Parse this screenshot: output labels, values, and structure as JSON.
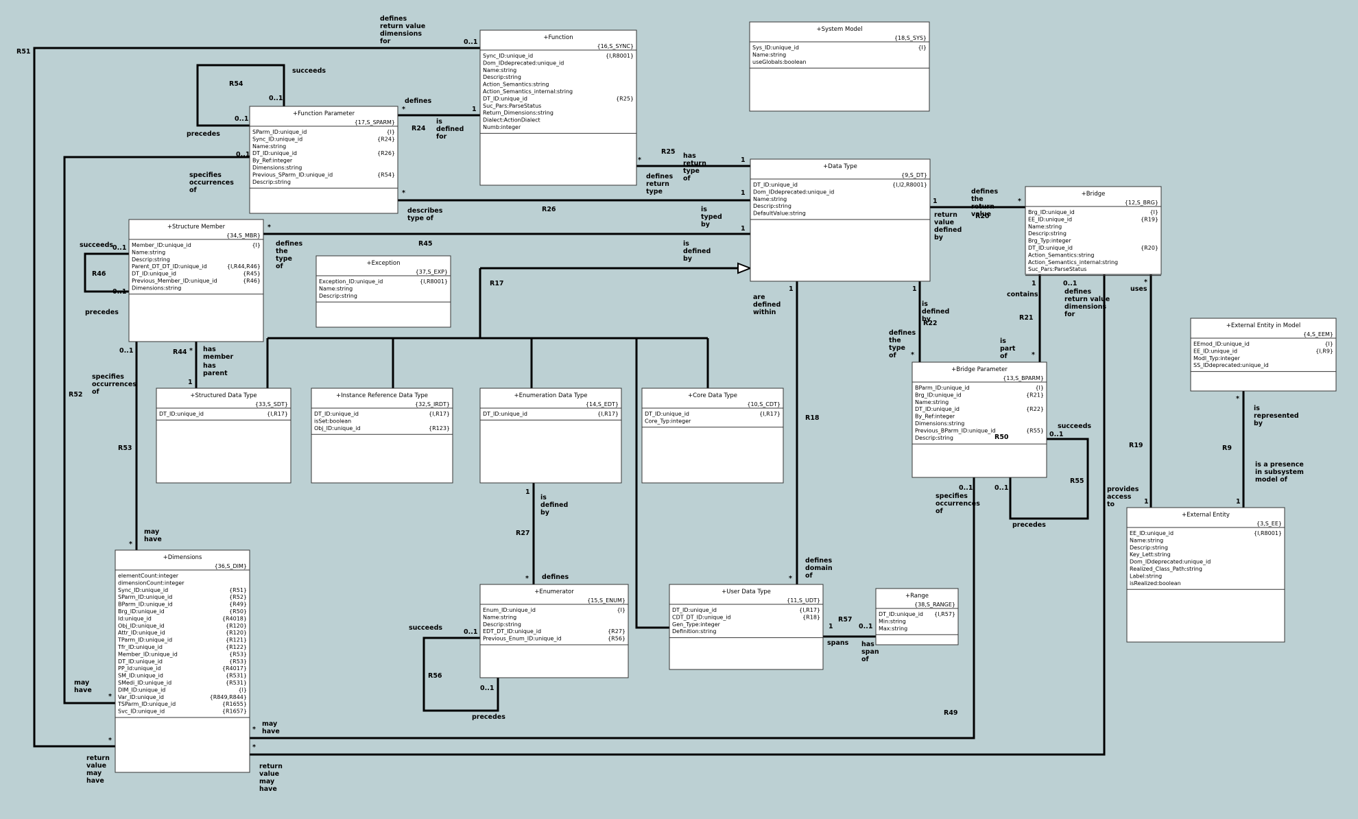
{
  "classes": [
    {
      "key": "function",
      "name": "+Function",
      "id": "{16,S_SYNC}",
      "attrs": [
        [
          "Sync_ID:unique_id",
          "{I,R8001}"
        ],
        [
          "Dom_IDdeprecated:unique_id",
          ""
        ],
        [
          "Name:string",
          ""
        ],
        [
          "Descrip:string",
          ""
        ],
        [
          "Action_Semantics:string",
          ""
        ],
        [
          "Action_Semantics_internal:string",
          ""
        ],
        [
          "DT_ID:unique_id",
          "{R25}"
        ],
        [
          "Suc_Pars:ParseStatus",
          ""
        ],
        [
          "Return_Dimensions:string",
          ""
        ],
        [
          "Dialect:ActionDialect",
          ""
        ],
        [
          "Numb:integer",
          ""
        ]
      ]
    },
    {
      "key": "system-model",
      "name": "+System Model",
      "id": "{18,S_SYS}",
      "attrs": [
        [
          "Sys_ID:unique_id",
          "{I}"
        ],
        [
          "Name:string",
          ""
        ],
        [
          "useGlobals:boolean",
          ""
        ]
      ]
    },
    {
      "key": "function-parameter",
      "name": "+Function Parameter",
      "id": "{17,S_SPARM}",
      "attrs": [
        [
          "SParm_ID:unique_id",
          "{I}"
        ],
        [
          "Sync_ID:unique_id",
          "{R24}"
        ],
        [
          "Name:string",
          ""
        ],
        [
          "DT_ID:unique_id",
          "{R26}"
        ],
        [
          "By_Ref:integer",
          ""
        ],
        [
          "Dimensions:string",
          ""
        ],
        [
          "Previous_SParm_ID:unique_id",
          "{R54}"
        ],
        [
          "Descrip:string",
          ""
        ]
      ]
    },
    {
      "key": "data-type",
      "name": "+Data Type",
      "id": "{9,S_DT}",
      "attrs": [
        [
          "DT_ID:unique_id",
          "{I,I2,R8001}"
        ],
        [
          "Dom_IDdeprecated:unique_id",
          ""
        ],
        [
          "Name:string",
          ""
        ],
        [
          "Descrip:string",
          ""
        ],
        [
          "DefaultValue:string",
          ""
        ]
      ]
    },
    {
      "key": "bridge",
      "name": "+Bridge",
      "id": "{12,S_BRG}",
      "attrs": [
        [
          "Brg_ID:unique_id",
          "{I}"
        ],
        [
          "EE_ID:unique_id",
          "{R19}"
        ],
        [
          "Name:string",
          ""
        ],
        [
          "Descrip:string",
          ""
        ],
        [
          "Brg_Typ:integer",
          ""
        ],
        [
          "DT_ID:unique_id",
          "{R20}"
        ],
        [
          "Action_Semantics:string",
          ""
        ],
        [
          "Action_Semantics_internal:string",
          ""
        ],
        [
          "Suc_Pars:ParseStatus",
          ""
        ]
      ]
    },
    {
      "key": "structure-member",
      "name": "+Structure Member",
      "id": "{34,S_MBR}",
      "attrs": [
        [
          "Member_ID:unique_id",
          "{I}"
        ],
        [
          "Name:string",
          ""
        ],
        [
          "Descrip:string",
          ""
        ],
        [
          "Parent_DT_DT_ID:unique_id",
          "{I,R44,R46}"
        ],
        [
          "DT_ID:unique_id",
          "{R45}"
        ],
        [
          "Previous_Member_ID:unique_id",
          "{R46}"
        ],
        [
          "Dimensions:string",
          ""
        ]
      ]
    },
    {
      "key": "exception",
      "name": "+Exception",
      "id": "{37,S_EXP}",
      "attrs": [
        [
          "Exception_ID:unique_id",
          "{I,R8001}"
        ],
        [
          "Name:string",
          ""
        ],
        [
          "Descrip:string",
          ""
        ]
      ]
    },
    {
      "key": "external-entity-in-model",
      "name": "+External Entity in Model",
      "id": "{4,S_EEM}",
      "attrs": [
        [
          "EEmod_ID:unique_id",
          "{I}"
        ],
        [
          "EE_ID:unique_id",
          "{I,R9}"
        ],
        [
          "Modl_Typ:integer",
          ""
        ],
        [
          "SS_IDdeprecated:unique_id",
          ""
        ]
      ]
    },
    {
      "key": "bridge-parameter",
      "name": "+Bridge Parameter",
      "id": "{13,S_BPARM}",
      "attrs": [
        [
          "BParm_ID:unique_id",
          "{I}"
        ],
        [
          "Brg_ID:unique_id",
          "{R21}"
        ],
        [
          "Name:string",
          ""
        ],
        [
          "DT_ID:unique_id",
          "{R22}"
        ],
        [
          "By_Ref:integer",
          ""
        ],
        [
          "Dimensions:string",
          ""
        ],
        [
          "Previous_BParm_ID:unique_id",
          "{R55}"
        ],
        [
          "Descrip:string",
          ""
        ]
      ]
    },
    {
      "key": "structured-data-type",
      "name": "+Structured Data Type",
      "id": "{33,S_SDT}",
      "attrs": [
        [
          "DT_ID:unique_id",
          "{I,R17}"
        ]
      ]
    },
    {
      "key": "instance-reference-data-type",
      "name": "+Instance Reference Data Type",
      "id": "{32,S_IRDT}",
      "attrs": [
        [
          "DT_ID:unique_id",
          "{I,R17}"
        ],
        [
          "isSet:boolean",
          ""
        ],
        [
          "Obj_ID:unique_id",
          "{R123}"
        ]
      ]
    },
    {
      "key": "enumeration-data-type",
      "name": "+Enumeration Data Type",
      "id": "{14,S_EDT}",
      "attrs": [
        [
          "DT_ID:unique_id",
          "{I,R17}"
        ]
      ]
    },
    {
      "key": "core-data-type",
      "name": "+Core Data Type",
      "id": "{10,S_CDT}",
      "attrs": [
        [
          "DT_ID:unique_id",
          "{I,R17}"
        ],
        [
          "Core_Typ:integer",
          ""
        ]
      ]
    },
    {
      "key": "external-entity",
      "name": "+External Entity",
      "id": "{3,S_EE}",
      "attrs": [
        [
          "EE_ID:unique_id",
          "{I,R8001}"
        ],
        [
          "Name:string",
          ""
        ],
        [
          "Descrip:string",
          ""
        ],
        [
          "Key_Lett:string",
          ""
        ],
        [
          "Dom_IDdeprecated:unique_id",
          ""
        ],
        [
          "Realized_Class_Path:string",
          ""
        ],
        [
          "Label:string",
          ""
        ],
        [
          "isRealized:boolean",
          ""
        ]
      ]
    },
    {
      "key": "dimensions",
      "name": "+Dimensions",
      "id": "{36,S_DIM}",
      "attrs": [
        [
          "elementCount:integer",
          ""
        ],
        [
          "dimensionCount:integer",
          ""
        ],
        [
          "Sync_ID:unique_id",
          "{R51}"
        ],
        [
          "SParm_ID:unique_id",
          "{R52}"
        ],
        [
          "BParm_ID:unique_id",
          "{R49}"
        ],
        [
          "Brg_ID:unique_id",
          "{R50}"
        ],
        [
          "Id:unique_id",
          "{R4018}"
        ],
        [
          "Obj_ID:unique_id",
          "{R120}"
        ],
        [
          "Attr_ID:unique_id",
          "{R120}"
        ],
        [
          "TParm_ID:unique_id",
          "{R121}"
        ],
        [
          "Tfr_ID:unique_id",
          "{R122}"
        ],
        [
          "Member_ID:unique_id",
          "{R53}"
        ],
        [
          "DT_ID:unique_id",
          "{R53}"
        ],
        [
          "PP_Id:unique_id",
          "{R4017}"
        ],
        [
          "SM_ID:unique_id",
          "{R531}"
        ],
        [
          "SMedi_ID:unique_id",
          "{R531}"
        ],
        [
          "DIM_ID:unique_id",
          "{I}"
        ],
        [
          "Var_ID:unique_id",
          "{R849,R844}"
        ],
        [
          "TSParm_ID:unique_id",
          "{R1655}"
        ],
        [
          "Svc_ID:unique_id",
          "{R1657}"
        ]
      ]
    },
    {
      "key": "enumerator",
      "name": "+Enumerator",
      "id": "{15,S_ENUM}",
      "attrs": [
        [
          "Enum_ID:unique_id",
          "{I}"
        ],
        [
          "Name:string",
          ""
        ],
        [
          "Descrip:string",
          ""
        ],
        [
          "EDT_DT_ID:unique_id",
          "{R27}"
        ],
        [
          "Previous_Enum_ID:unique_id",
          "{R56}"
        ]
      ]
    },
    {
      "key": "user-data-type",
      "name": "+User Data Type",
      "id": "{11,S_UDT}",
      "attrs": [
        [
          "DT_ID:unique_id",
          "{I,R17}"
        ],
        [
          "CDT_DT_ID:unique_id",
          "{R18}"
        ],
        [
          "Gen_Type:integer",
          ""
        ],
        [
          "Definition:string",
          ""
        ]
      ]
    },
    {
      "key": "range",
      "name": "+Range",
      "id": "{38,S_RANGE}",
      "attrs": [
        [
          "DT_ID:unique_id",
          "{I,R57}"
        ],
        [
          "Min:string",
          ""
        ],
        [
          "Max:string",
          ""
        ]
      ]
    }
  ],
  "labels": [
    [
      "r51",
      "R51"
    ],
    [
      "r51-phrase",
      "defines\nreturn value\ndimensions\nfor"
    ],
    [
      "r51-mult-fn",
      "0..1"
    ],
    [
      "r51-mult-dim",
      "*"
    ],
    [
      "r51-return",
      "return\nvalue\nmay\nhave"
    ],
    [
      "r54",
      "R54"
    ],
    [
      "r54-succeeds",
      "succeeds"
    ],
    [
      "r54-mult-a",
      "0..1"
    ],
    [
      "r54-mult-b",
      "0..1"
    ],
    [
      "r54-precedes",
      "precedes"
    ],
    [
      "r24",
      "R24"
    ],
    [
      "r24-defines",
      "defines"
    ],
    [
      "r24-defined-for",
      "is\ndefined\nfor"
    ],
    [
      "r24-mult-a",
      "*"
    ],
    [
      "r24-mult-b",
      "1"
    ],
    [
      "r25",
      "R25"
    ],
    [
      "r25-has-return",
      "has\nreturn\ntype\nof"
    ],
    [
      "r25-defines-return",
      "defines\nreturn\ntype"
    ],
    [
      "r25-mult-a",
      "*"
    ],
    [
      "r25-mult-b",
      "1"
    ],
    [
      "r26",
      "R26"
    ],
    [
      "r26-describes",
      "describes\ntype of"
    ],
    [
      "r26-typed",
      "is\ntyped\nby"
    ],
    [
      "r26-mult-a",
      "*"
    ],
    [
      "r26-mult-b",
      "1"
    ],
    [
      "r52",
      "R52"
    ],
    [
      "r52-specifies",
      "specifies\noccurrences\nof"
    ],
    [
      "r52-mult",
      "0..1"
    ],
    [
      "r52-may-have",
      "may\nhave"
    ],
    [
      "r52-mult-dim",
      "*"
    ],
    [
      "r20",
      "R20"
    ],
    [
      "r20-defines",
      "defines\nthe\nreturn\nvalue"
    ],
    [
      "r20-return-defined",
      "return\nvalue\ndefined\nby"
    ],
    [
      "r20-mult-a",
      "1"
    ],
    [
      "r20-mult-b",
      "*"
    ],
    [
      "r45",
      "R45"
    ],
    [
      "r45-defines",
      "defines\nthe\ntype\nof"
    ],
    [
      "r45-mult-a",
      "*"
    ],
    [
      "r45-mult-b",
      "1"
    ],
    [
      "r46",
      "R46"
    ],
    [
      "r46-succeeds",
      "succeeds"
    ],
    [
      "r46-mult-a",
      "0..1"
    ],
    [
      "r46-mult-b",
      "0..1"
    ],
    [
      "r46-precedes",
      "precedes"
    ],
    [
      "r17",
      "R17"
    ],
    [
      "r17-defined-by",
      "is\ndefined\nby"
    ],
    [
      "r44",
      "R44"
    ],
    [
      "r44-has-member",
      "has\nmember"
    ],
    [
      "r44-has-parent",
      "has\nparent"
    ],
    [
      "r44-mult-a",
      "*"
    ],
    [
      "r44-mult-b",
      "1"
    ],
    [
      "r53",
      "R53"
    ],
    [
      "r53-specifies",
      "specifies\noccurrences\nof"
    ],
    [
      "r53-mult",
      "0..1"
    ],
    [
      "r53-may-have",
      "may\nhave"
    ],
    [
      "r53-mult-dim",
      "*"
    ],
    [
      "r18",
      "R18"
    ],
    [
      "r18-defined-within",
      "are\ndefined\nwithin"
    ],
    [
      "r18-defines-domain",
      "defines\ndomain\nof"
    ],
    [
      "r18-mult-a",
      "1"
    ],
    [
      "r18-mult-b",
      "*"
    ],
    [
      "r22",
      "R22"
    ],
    [
      "r22-defined-by",
      "is\ndefined\nby"
    ],
    [
      "r22-defines-type",
      "defines\nthe\ntype\nof"
    ],
    [
      "r22-mult-a",
      "1"
    ],
    [
      "r22-mult-b",
      "*"
    ],
    [
      "r21",
      "R21"
    ],
    [
      "r21-contains",
      "contains"
    ],
    [
      "r21-part-of",
      "is\npart\nof"
    ],
    [
      "r21-mult-a",
      "1"
    ],
    [
      "r21-mult-b",
      "*"
    ],
    [
      "r50",
      "R50"
    ],
    [
      "r50-defines",
      "defines\nreturn value\ndimensions\nfor"
    ],
    [
      "r50-mult",
      "0..1"
    ],
    [
      "r50-return",
      "return\nvalue\nmay\nhave"
    ],
    [
      "r50-mult-dim",
      "*"
    ],
    [
      "r19",
      "R19"
    ],
    [
      "r19-uses",
      "uses"
    ],
    [
      "r19-provides",
      "provides\naccess\nto"
    ],
    [
      "r19-mult-a",
      "*"
    ],
    [
      "r19-mult-b",
      "1"
    ],
    [
      "r9",
      "R9"
    ],
    [
      "r9-represented",
      "is\nrepresented\nby"
    ],
    [
      "r9-presence",
      "is a presence\nin subsystem\nmodel of"
    ],
    [
      "r9-mult-a",
      "*"
    ],
    [
      "r9-mult-b",
      "1"
    ],
    [
      "r55",
      "R55"
    ],
    [
      "r55-succeeds",
      "succeeds"
    ],
    [
      "r55-mult-a",
      "0..1"
    ],
    [
      "r55-mult-b",
      "0..1"
    ],
    [
      "r55-precedes",
      "precedes"
    ],
    [
      "r49",
      "R49"
    ],
    [
      "r49-specifies",
      "specifies\noccurrences\nof"
    ],
    [
      "r49-mult",
      "0..1"
    ],
    [
      "r49-may-have",
      "may\nhave"
    ],
    [
      "r49-mult-dim",
      "*"
    ],
    [
      "r27",
      "R27"
    ],
    [
      "r27-defined-by",
      "is\ndefined\nby"
    ],
    [
      "r27-defines",
      "defines"
    ],
    [
      "r27-mult-a",
      "1"
    ],
    [
      "r27-mult-b",
      "*"
    ],
    [
      "r56",
      "R56"
    ],
    [
      "r56-succeeds",
      "succeeds"
    ],
    [
      "r56-mult-a",
      "0..1"
    ],
    [
      "r56-mult-b",
      "0..1"
    ],
    [
      "r56-precedes",
      "precedes"
    ],
    [
      "r57",
      "R57"
    ],
    [
      "r57-spans",
      "spans"
    ],
    [
      "r57-has-span",
      "has\nspan\nof"
    ],
    [
      "r57-mult-a",
      "1"
    ],
    [
      "r57-mult-b",
      "0..1"
    ]
  ]
}
